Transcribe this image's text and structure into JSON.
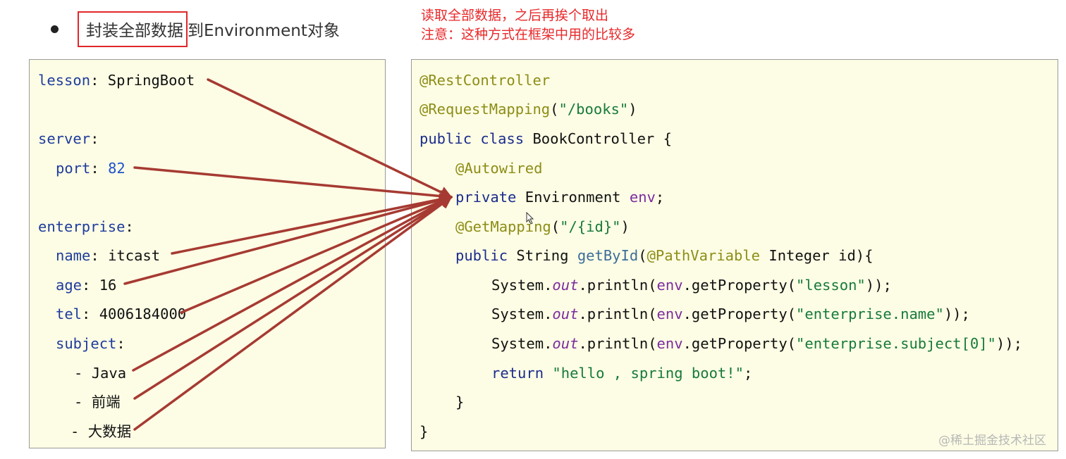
{
  "heading": {
    "boxed": "封装全部数据",
    "rest": "到Environment对象"
  },
  "notes": {
    "line1": "读取全部数据，之后再挨个取出",
    "line2": "注意：这种方式在框架中用的比较多"
  },
  "yaml": {
    "lesson_key": "lesson",
    "lesson_value": "SpringBoot",
    "server_key": "server",
    "port_key": "port",
    "port_value": "82",
    "enterprise_key": "enterprise",
    "name_key": "name",
    "name_value": "itcast",
    "age_key": "age",
    "age_value": "16",
    "tel_key": "tel",
    "tel_value": "4006184000",
    "subject_key": "subject",
    "subject_items": [
      "Java",
      "前端",
      "大数据"
    ]
  },
  "code": {
    "anno_rest": "@RestController",
    "anno_mapping": "@RequestMapping",
    "mapping_path": "\"/books\"",
    "kw_public": "public",
    "kw_class": "class",
    "class_name": "BookController",
    "anno_autowired": "@Autowired",
    "kw_private": "private",
    "env_type": "Environment",
    "env_field": "env",
    "anno_get": "@GetMapping",
    "get_path": "\"/{id}\"",
    "type_string": "String",
    "method_name": "getById",
    "anno_pathvar": "@PathVariable",
    "type_integer": "Integer",
    "param_id": "id",
    "system": "System",
    "out": "out",
    "println": "println",
    "get_property": "getProperty",
    "arg_lesson": "\"lesson\"",
    "arg_name": "\"enterprise.name\"",
    "arg_subject": "\"enterprise.subject[0]\"",
    "kw_return": "return",
    "return_value": "\"hello , spring boot!\""
  },
  "watermark": "@稀土掘金技术社区",
  "colors": {
    "arrow": "#a63a32",
    "highlight_border": "#e0282a",
    "note_text": "#e8282a",
    "panel_bg": "#fdfde5"
  }
}
